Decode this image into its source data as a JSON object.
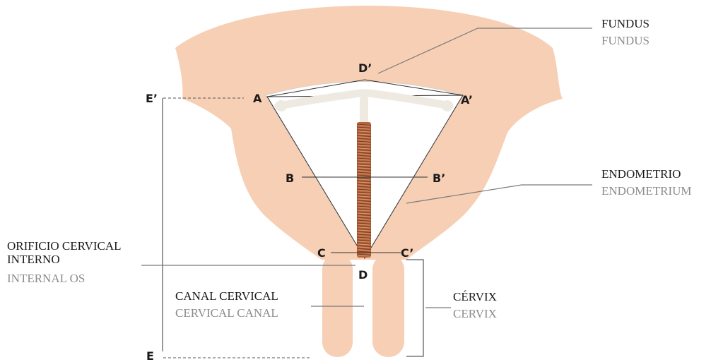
{
  "points": {
    "d_prime": "D’",
    "e_prime": "E’",
    "a": "A",
    "a_prime": "A’",
    "b": "B",
    "b_prime": "B’",
    "c": "C",
    "c_prime": "C’",
    "d": "D",
    "e": "E"
  },
  "labels": {
    "fundus_es": "FUNDUS",
    "fundus_en": "FUNDUS",
    "endometrio_es": "ENDOMETRIO",
    "endometrio_en": "ENDOMETRIUM",
    "orificio_es_line1": "ORIFICIO CERVICAL",
    "orificio_es_line2": "INTERNO",
    "orificio_en": "INTERNAL OS",
    "canal_es": "CANAL CERVICAL",
    "canal_en": "CERVICAL CANAL",
    "cervix_es": "CÉRVIX",
    "cervix_en": "CERVIX"
  },
  "colors": {
    "uterus_tissue": "#f6cfb5",
    "cavity": "#ffffff",
    "iud_frame": "#eeeae2",
    "copper_coil": "#b4663e",
    "label_primary": "#1a1a1a",
    "label_secondary": "#8c8c8c"
  }
}
